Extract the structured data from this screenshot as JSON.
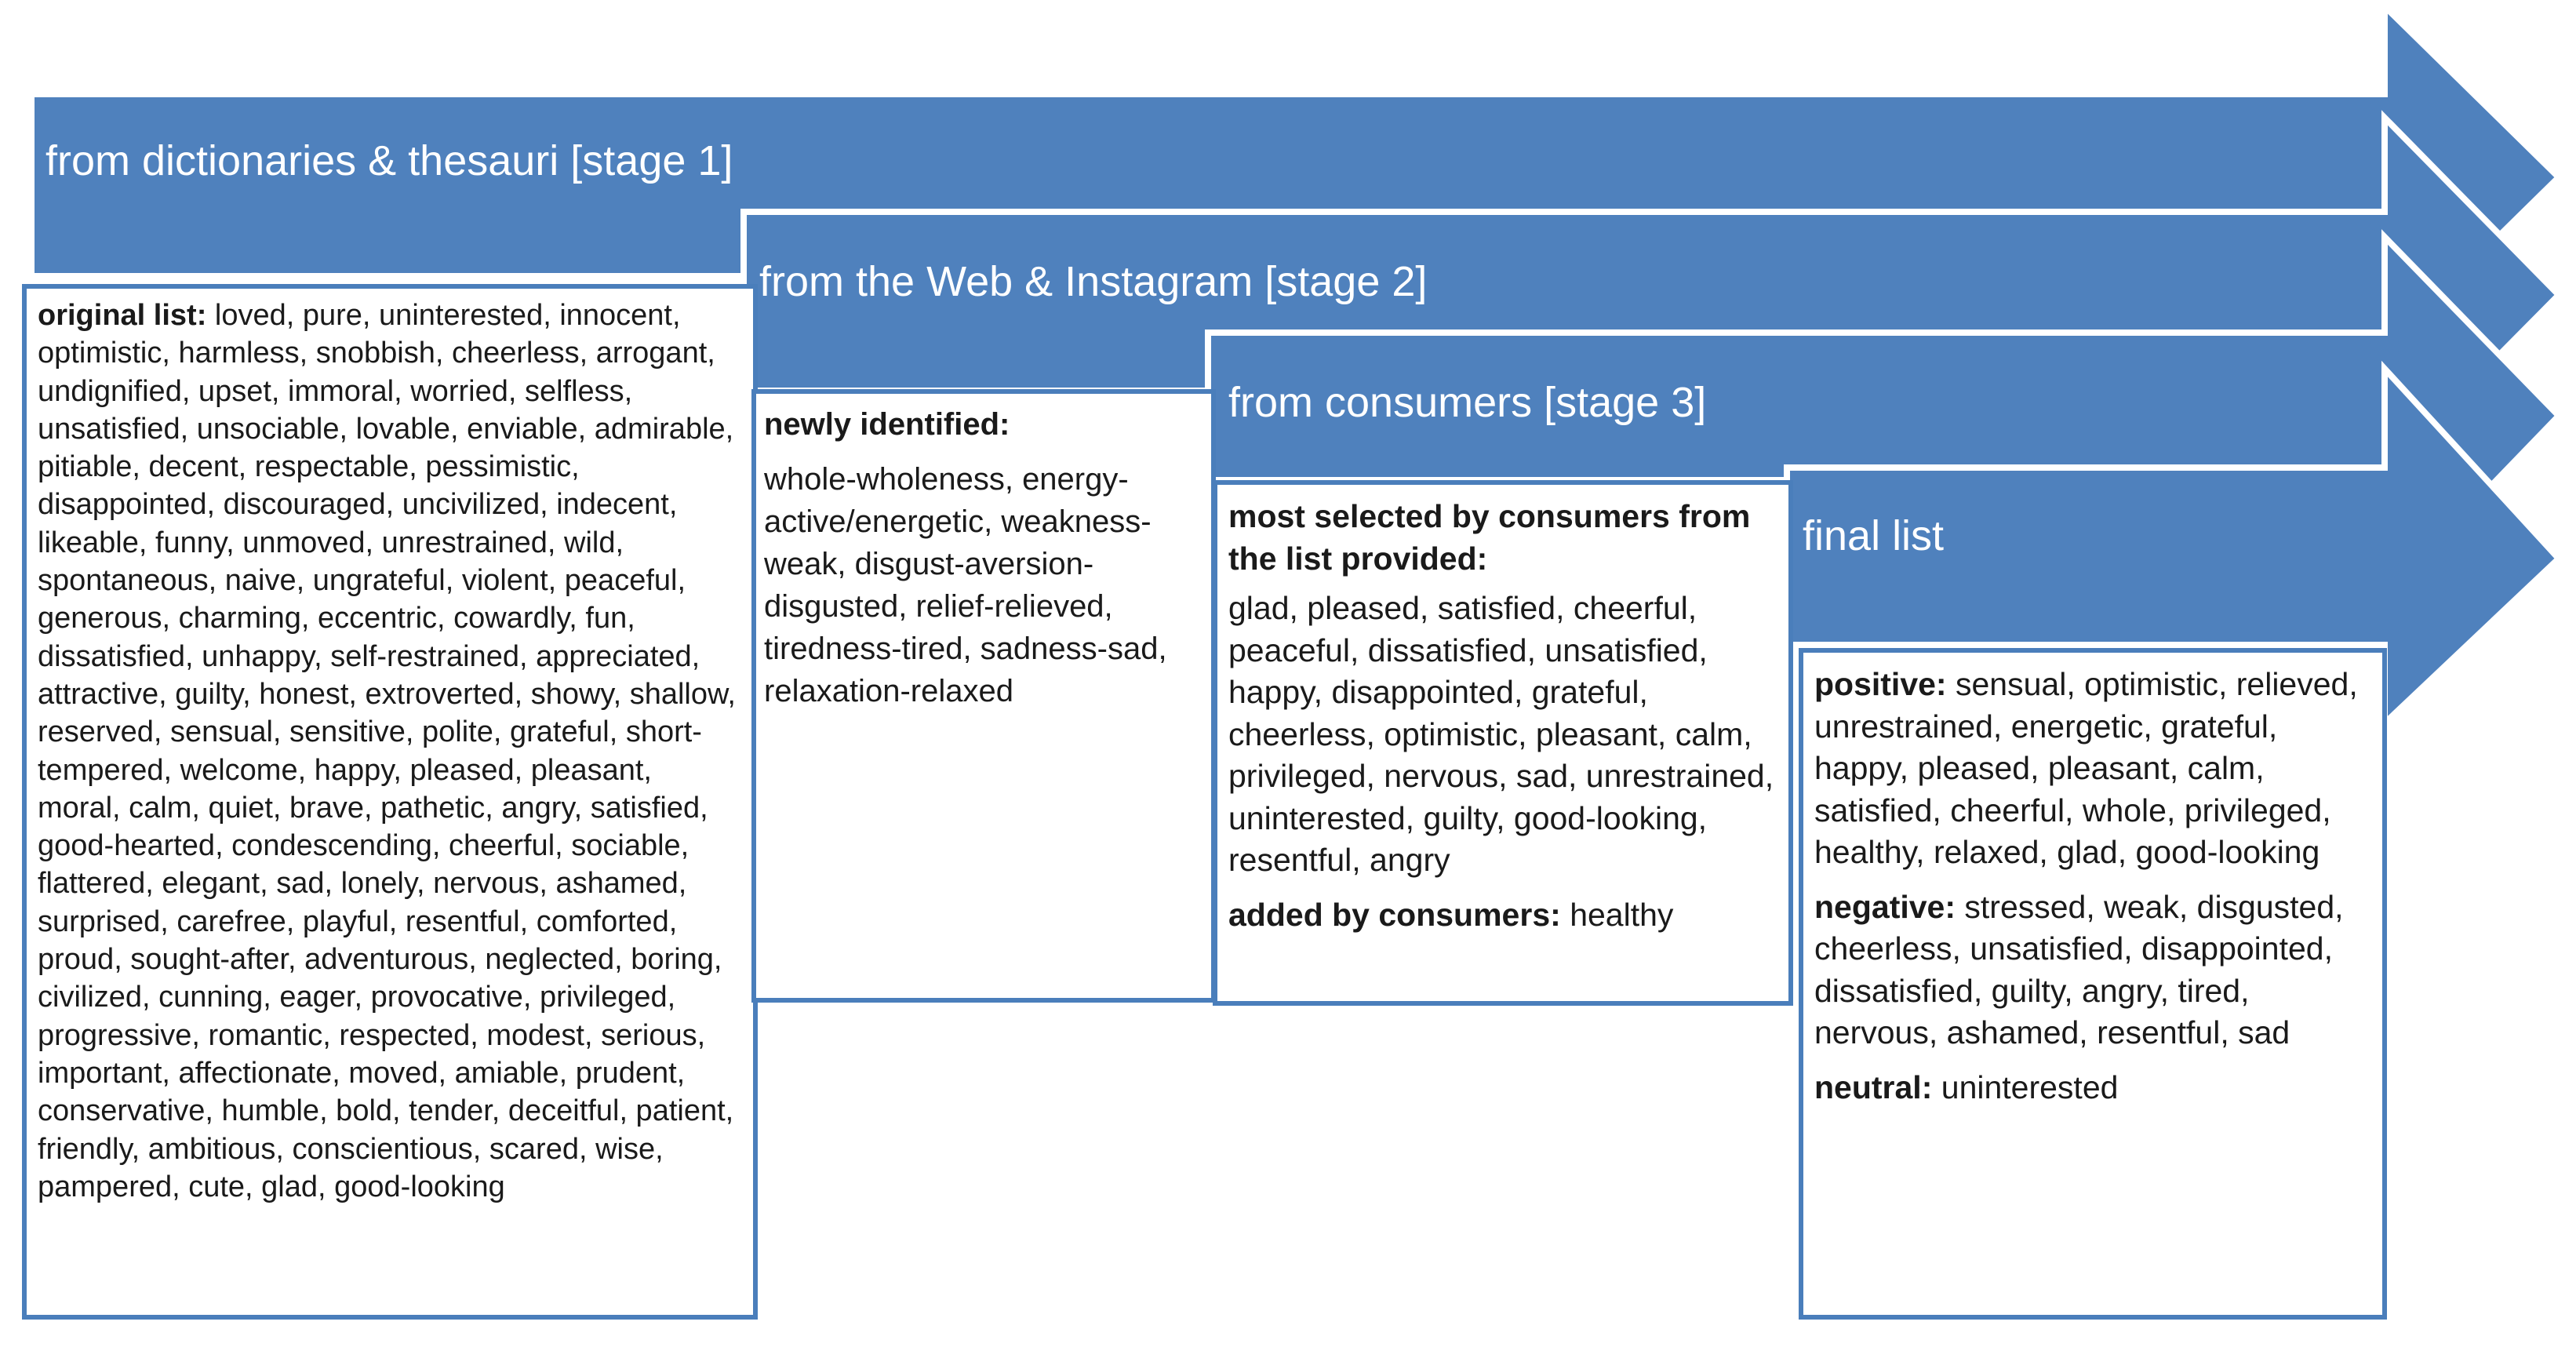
{
  "stages": [
    {
      "title": "from dictionaries & thesauri [stage 1]"
    },
    {
      "title": "from the Web & Instagram [stage 2]"
    },
    {
      "title": "from consumers [stage 3]"
    },
    {
      "title": "final list"
    }
  ],
  "stage1": {
    "label": "original list:",
    "text": "loved, pure, uninterested, innocent, optimistic, harmless, snobbish, cheerless, arrogant, undignified, upset, immoral, worried, selfless, unsatisfied, unsociable, lovable, enviable, admirable, pitiable, decent, respectable, pessimistic, disappointed, discouraged, uncivilized, indecent, likeable, funny, unmoved, unrestrained, wild, spontaneous, naive, ungrateful, violent, peaceful, generous, charming, eccentric, cowardly, fun, dissatisfied, unhappy, self-restrained, appreciated, attractive, guilty, honest, extroverted, showy, shallow, reserved, sensual, sensitive, polite, grateful, short-tempered, welcome, happy, pleased, pleasant, moral, calm, quiet, brave, pathetic, angry, satisfied, good-hearted, condescending, cheerful, sociable, flattered, elegant, sad, lonely, nervous, ashamed, surprised, carefree, playful, resentful, comforted, proud, sought-after, adventurous, neglected, boring, civilized, cunning, eager, provocative, privileged, progressive, romantic, respected, modest, serious, important, affectionate, moved, amiable, prudent, conservative, humble, bold, tender, deceitful, patient, friendly, ambitious, conscientious, scared, wise, pampered, cute, glad, good-looking"
  },
  "stage2": {
    "label": "newly identified:",
    "text": "whole-wholeness, energy-active/energetic, weakness-weak, disgust-aversion-disgusted, relief-relieved, tiredness-tired, sadness-sad, relaxation-relaxed"
  },
  "stage3": {
    "label": "most selected by consumers from the list provided:",
    "text": "glad, pleased, satisfied, cheerful, peaceful, dissatisfied, unsatisfied, happy, disappointed, grateful, cheerless, optimistic, pleasant, calm, privileged, nervous, sad, unrestrained, uninterested, guilty, good-looking, resentful, angry",
    "added_label": "added by consumers:",
    "added_text": "healthy"
  },
  "final": {
    "positive_label": "positive:",
    "positive_text": "sensual, optimistic, relieved, unrestrained, energetic, grateful, happy, pleased, pleasant, calm, satisfied, cheerful, whole, privileged, healthy, relaxed, glad, good-looking",
    "negative_label": "negative:",
    "negative_text": "stressed, weak, disgusted, cheerless, unsatisfied, disappointed, dissatisfied, guilty, angry, tired, nervous, ashamed, resentful, sad",
    "neutral_label": "neutral:",
    "neutral_text": "uninterested"
  },
  "colors": {
    "arrow_fill": "#4f81bd",
    "arrow_outline": "#ffffff",
    "box_border": "#4a7ebb",
    "title_text": "#ffffff",
    "body_text": "#1a1a1a"
  }
}
